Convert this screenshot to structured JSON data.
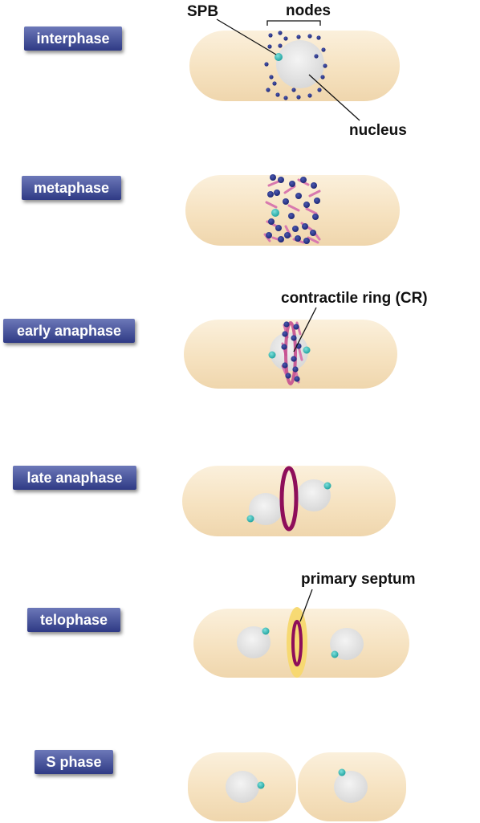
{
  "stages": [
    {
      "id": "interphase",
      "label": "interphase"
    },
    {
      "id": "metaphase",
      "label": "metaphase"
    },
    {
      "id": "early-anaphase",
      "label": "early anaphase"
    },
    {
      "id": "late-anaphase",
      "label": "late anaphase"
    },
    {
      "id": "telophase",
      "label": "telophase"
    },
    {
      "id": "s-phase",
      "label": "S phase"
    }
  ],
  "annotations": {
    "spb": "SPB",
    "nodes": "nodes",
    "nucleus": "nucleus",
    "contractile_ring": "contractile ring (CR)",
    "primary_septum": "primary septum"
  },
  "colors": {
    "cell": "#f7e6c8",
    "nucleus": "#dedede",
    "spb": "#27b3b0",
    "node": "#243184",
    "filament": "#d879ae",
    "ring": "#8e0e5a",
    "septum": "#f7d86e",
    "label_top": "#6c78b8",
    "label_bottom": "#2f3a85"
  }
}
